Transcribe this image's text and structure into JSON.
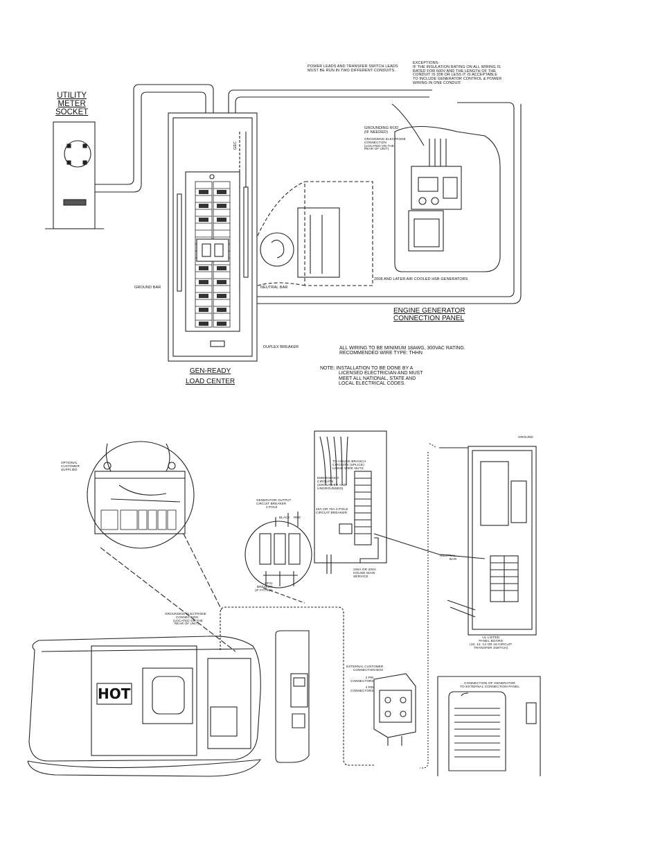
{
  "top": {
    "utility_meter_socket": [
      "UTILITY",
      "METER",
      "SOCKET"
    ],
    "power_leads_note": [
      "POWER LEADS AND TRANSFER SWITCH LEADS",
      "MUST BE RUN IN TWO DIFFERENT CONDUITS."
    ],
    "exceptions_note": [
      "EXCEPTIONS:",
      "IF THE INSULATION RATING ON ALL WIRING IS",
      "RATED FOR 600V AND THE LENGTH OF THE",
      "CONDUIT IS 30ft OR LESS IT IS ACCEPTABLE",
      "TO INCLUDE GENERATOR CONTROL & POWER",
      "WIRING IN ONE CONDUIT."
    ],
    "grounding_rod": [
      "GROUNDING ROD",
      "(IF NEEDED)"
    ],
    "grounding_electrode": [
      "GROUNDING ELECTRODE",
      "CONNECTION",
      "(LOCATED ON THE",
      "REAR OF UNIT)"
    ],
    "ground_bar": "GROUND BAR",
    "neutral_bar": "NEUTRAL BAR",
    "duplex_breaker": "DUPLEX BREAKER",
    "gec_label": "GEC",
    "generators_caption": "2008 AND LATER AIR COOLED HSB GENERATORS",
    "engine_generator_panel": [
      "ENGINE GENERATOR",
      "CONNECTION PANEL"
    ],
    "gen_ready_load_center": [
      "GEN-READY",
      "LOAD CENTER"
    ],
    "wiring_note": [
      "ALL WIRING TO BE MINIMUM 18AWG, 300VAC RATING.",
      "RECOMMENDED WIRE TYPE: THHN"
    ],
    "installation_note": [
      "NOTE: INSTALLATION TO BE DONE BY A",
      "LICENSED ELECTRICIAN AND MUST",
      "MEET ALL NATIONAL, STATE AND",
      "LOCAL ELECTRICAL CODES."
    ]
  },
  "bottom": {
    "optional_customer_supplied": [
      "OPTIONAL",
      "CUSTOMER",
      "SUPPLIED"
    ],
    "gen_output_breaker": [
      "GENERATOR OUTPUT",
      "CIRCUIT BREAKER",
      "2 POLE"
    ],
    "black": "BLACK",
    "red": "RED",
    "gfci_breaker": [
      "GFCI",
      "BREAKER",
      "(IF FITTED)"
    ],
    "house_branch": [
      "TO HOUSE BRANCH",
      "CIRCUITS (SPLICE)",
      "USING WIRE NUTS"
    ],
    "emergency_circuits": [
      "EMERGENCY",
      "CIRCUITS",
      "(GROUNDED AND",
      "UNGROUNDED)"
    ],
    "breaker_2pole": [
      "40A OR 70A 2-POLE",
      "CIRCUIT BREAKER"
    ],
    "house_main": [
      "100A OR 200A",
      "HOUSE MAIN",
      "SERVICE"
    ],
    "ground": "GROUND",
    "neutral_bar": [
      "NEUTRAL",
      "BAR"
    ],
    "ul_listed": [
      "UL LISTED",
      "PANEL BOARD",
      "(10, 12, 14 OR 16 CIRCUIT",
      "TRANSFER SWITCH)"
    ],
    "grounding_electrode": [
      "GROUNDING ELECTRODE",
      "CONNECTION",
      "(LOCATED ON THE",
      "REAR OF UNIT)"
    ],
    "external_box": [
      "EXTERNAL CUSTOMER",
      "CONNECTION BOX"
    ],
    "pin2": [
      "2 PIN",
      "CONNECTORS"
    ],
    "pin4": [
      "4 PIN",
      "CONNECTORS"
    ],
    "connection_external": [
      "CONNECTION OF GENERATOR",
      "TO EXTERNAL CONNECTION PANEL"
    ],
    "hot": "HOT"
  }
}
